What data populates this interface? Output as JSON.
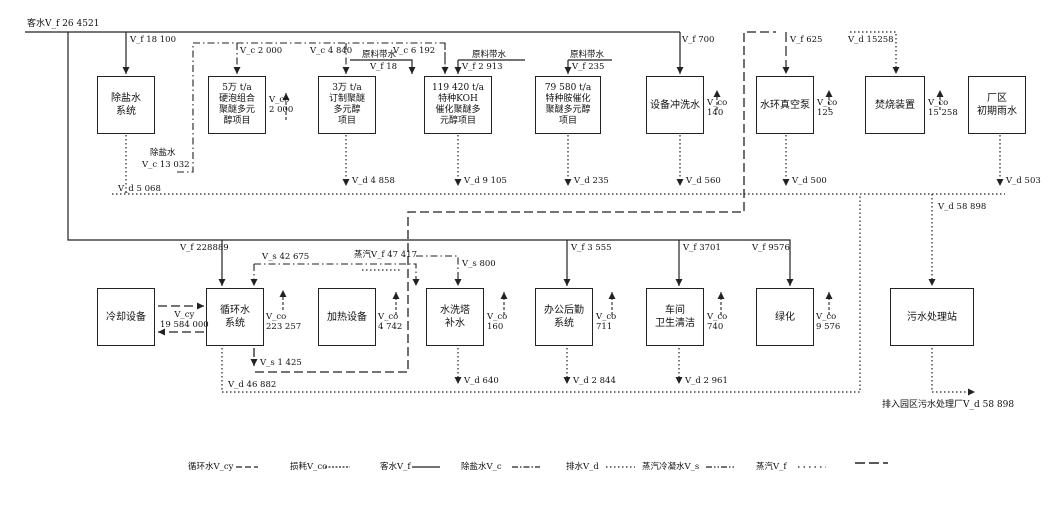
{
  "supply": {
    "main_label": "客水V_f 26 4521",
    "deion_supply": "V_f 18 100",
    "dep2": "V_c 2 000",
    "dep3": "V_c 4 840",
    "dep4": "V_c 6 192",
    "equip_clean": "V_f 700",
    "vacuum": "V_f 625",
    "incin": "V_d 15258",
    "lower": "V_f 228889"
  },
  "raw_material": {
    "r3": "原料带水",
    "r3v": "V_f 18",
    "r4": "原料带水",
    "r4v": "V_f 2 913",
    "r5": "原料带水",
    "r5v": "V_f 235"
  },
  "top_units": [
    {
      "key": "deion",
      "label": "除盐水\n系统"
    },
    {
      "key": "p1",
      "label": "5万 t/a\n硬泡组合\n聚醚多元\n醇项目"
    },
    {
      "key": "p2",
      "label": "3万 t/a\n订制聚醚\n多元醇\n项目"
    },
    {
      "key": "p3",
      "label": "119 420 t/a\n特种KOH\n催化聚醚多\n元醇项目"
    },
    {
      "key": "p4",
      "label": "79 580 t/a\n特种胺催化\n聚醚多元醇\n项目"
    },
    {
      "key": "clean",
      "label": "设备冲洗水"
    },
    {
      "key": "vac",
      "label": "水环真空泵"
    },
    {
      "key": "burn",
      "label": "焚烧装置"
    },
    {
      "key": "rain",
      "label": "厂区\n初期雨水"
    }
  ],
  "bottom_units": [
    {
      "key": "cool",
      "label": "冷却设备"
    },
    {
      "key": "circ",
      "label": "循环水\n系统"
    },
    {
      "key": "heat",
      "label": "加热设备"
    },
    {
      "key": "tower",
      "label": "水洗塔\n补水"
    },
    {
      "key": "office",
      "label": "办公后勤\n系统"
    },
    {
      "key": "shop",
      "label": "车间\n卫生清洁"
    },
    {
      "key": "green",
      "label": "绿化"
    },
    {
      "key": "wwtp",
      "label": "污水处理站"
    }
  ],
  "losses": {
    "p1": "V_co\n2 000",
    "clean": "V_co\n140",
    "vac": "V_co\n125",
    "burn": "V_co\n15 258",
    "circ": "V_co\n223 257",
    "heat": "V_co\n4 742",
    "tower": "V_co\n160",
    "office": "V_co\n711",
    "shop": "V_co\n740",
    "green": "V_co\n9 576"
  },
  "deion_out": {
    "label": "除盐水",
    "value": "V_c 13 032"
  },
  "drains": {
    "deion": "V_d 5 068",
    "p2": "V_d 4 858",
    "p3": "V_d 9 105",
    "p4": "V_d 235",
    "clean": "V_d 560",
    "vac": "V_d 500",
    "rain": "V_d 503",
    "total_to_wwtp": "V_d 58 898",
    "circ": "V_d 46 882",
    "tower": "V_d 640",
    "office": "V_d 2 844",
    "shop": "V_d 2 961"
  },
  "lower_supply": {
    "heat_cond": "V_s 42 675",
    "steam": "蒸汽V_f 47 417",
    "tower_cond": "V_s 800",
    "office": "V_f 3 555",
    "shop": "V_f 3701",
    "green": "V_f 9576",
    "cool_loop": "V_cy\n19 584 000",
    "circ_out": "V_s 1 425"
  },
  "discharge": "排入园区污水处理厂V_d 58 898",
  "legend": {
    "circ": "循环水V_cy",
    "loss": "损耗V_co",
    "fresh": "客水V_f",
    "deion": "除盐水V_c",
    "drain": "排水V_d",
    "cond": "蒸汽冷凝水V_s",
    "steam": "蒸汽V_f"
  },
  "colors": {
    "line": "#222222",
    "background": "#ffffff"
  }
}
